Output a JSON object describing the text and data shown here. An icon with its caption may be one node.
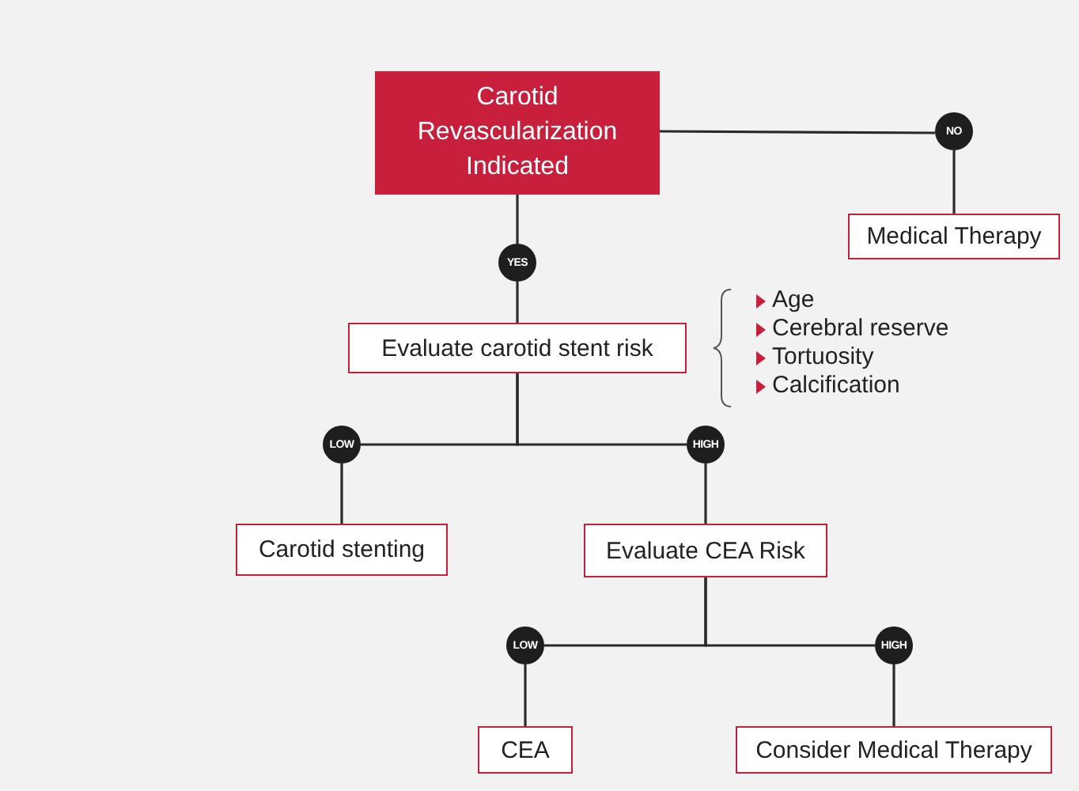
{
  "diagram": {
    "nodes": [
      {
        "text": [
          "Carotid Revascularization Indicated"
        ]
      },
      {
        "text": [
          "NO"
        ]
      },
      {
        "text": [
          "Medical Therapy"
        ]
      },
      {
        "text": [
          "YES"
        ]
      },
      {
        "text": [
          "Evaluate carotid stent risk"
        ]
      },
      {
        "text": [
          "LOW"
        ]
      },
      {
        "text": [
          "HIGH"
        ]
      },
      {
        "text": [
          "Carotid stenting"
        ]
      },
      {
        "text": [
          "Evaluate CEA Risk"
        ]
      },
      {
        "text": [
          "LOW"
        ]
      },
      {
        "text": [
          "HIGH"
        ]
      },
      {
        "text": [
          "CEA"
        ]
      },
      {
        "text": [
          "Consider Medical Therapy"
        ]
      }
    ],
    "edges": [
      {
        "from": 0,
        "to": 1,
        "arrow": "none"
      },
      {
        "from": 1,
        "to": 2,
        "arrow": "none"
      },
      {
        "from": 0,
        "to": 3,
        "arrow": "none"
      },
      {
        "from": 3,
        "to": 4,
        "arrow": "none"
      },
      {
        "from": 4,
        "to": 5,
        "arrow": "none"
      },
      {
        "from": 4,
        "to": 6,
        "arrow": "none"
      },
      {
        "from": 5,
        "to": 7,
        "arrow": "none"
      },
      {
        "from": 6,
        "to": 8,
        "arrow": "none"
      },
      {
        "from": 8,
        "to": 9,
        "arrow": "none"
      },
      {
        "from": 8,
        "to": 10,
        "arrow": "none"
      },
      {
        "from": 9,
        "to": 11,
        "arrow": "none"
      },
      {
        "from": 10,
        "to": 12,
        "arrow": "none"
      }
    ],
    "labels": [
      "Age",
      "Cerebral reserve",
      "Tortuosity",
      "Calcification"
    ]
  }
}
